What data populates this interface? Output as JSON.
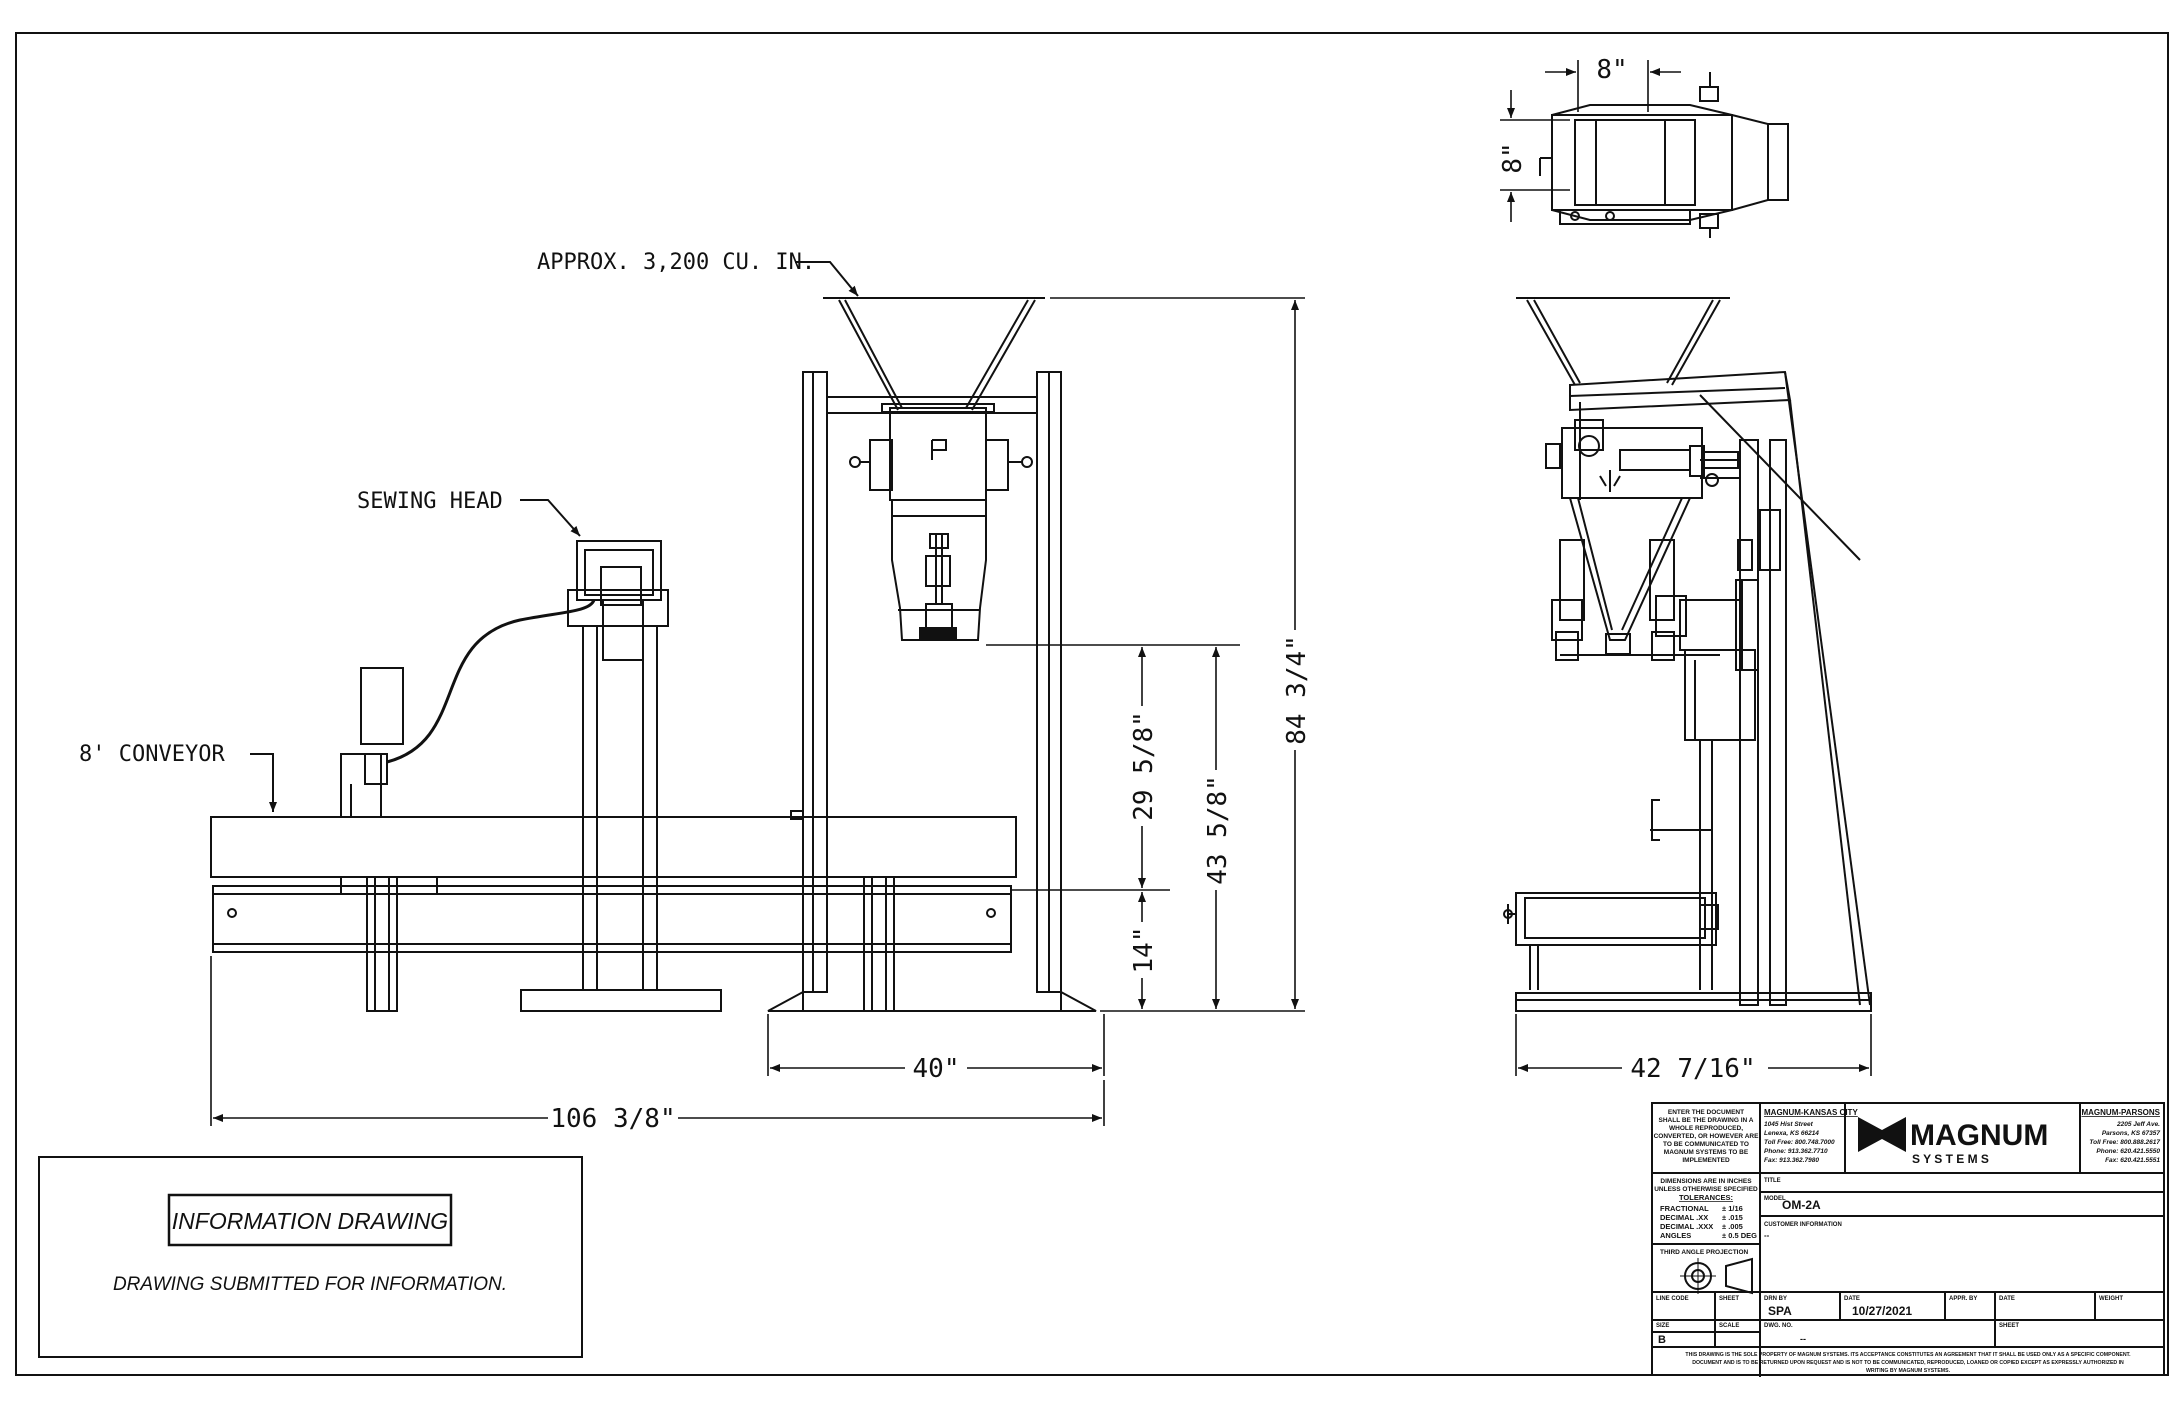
{
  "callouts": {
    "hopper_capacity": "APPROX. 3,200 CU. IN.",
    "sewing_head": "SEWING HEAD",
    "conveyor": "8' CONVEYOR"
  },
  "dimensions": {
    "overall_height": "84 3/4\"",
    "spout_height": "43 5/8\"",
    "spout_to_conveyor": "29 5/8\"",
    "conveyor_height": "14\"",
    "frame_width": "40\"",
    "overall_length": "106 3/8\"",
    "side_depth": "42 7/16\"",
    "top_width": "8\"",
    "top_depth": "8\""
  },
  "info_box": {
    "title": "INFORMATION DRAWING",
    "note": "DRAWING SUBMITTED FOR INFORMATION."
  },
  "title_block": {
    "notice": [
      "ENTER THE DOCUMENT",
      "SHALL BE THE DRAWING IN A",
      "WHOLE REPRODUCED,",
      "CONVERTED, OR HOWEVER ARE",
      "TO BE COMMUNICATED TO",
      "MAGNUM SYSTEMS TO BE",
      "IMPLEMENTED"
    ],
    "kc_office": {
      "name": "MAGNUM-KANSAS CITY",
      "lines": [
        "1045 Hist Street",
        "Lenexa, KS 66214",
        "Toll Free: 800.748.7000",
        "Phone: 913.362.7710",
        "Fax: 913.362.7980"
      ]
    },
    "brand": {
      "name": "MAGNUM",
      "sub": "S Y S T E M S"
    },
    "parsons_office": {
      "name": "MAGNUM-PARSONS",
      "lines": [
        "2205 Jeff Ave.",
        "Parsons, KS 67357",
        "Toll Free: 800.888.2617",
        "Phone: 620.421.5550",
        "Fax: 620.421.5551"
      ]
    },
    "tolerance_header": [
      "DIMENSIONS ARE IN INCHES",
      "UNLESS OTHERWISE SPECIFIED",
      "TOLERANCES:"
    ],
    "tolerances": [
      {
        "label": "FRACTIONAL",
        "value": "± 1/16"
      },
      {
        "label": "DECIMAL .XX",
        "value": "± .015"
      },
      {
        "label": "DECIMAL .XXX",
        "value": "± .005"
      },
      {
        "label": "ANGLES",
        "value": "± 0.5 DEG"
      }
    ],
    "projection_label": "THIRD ANGLE PROJECTION",
    "title_label": "TITLE",
    "model_label": "MODEL",
    "model_value": "OM-2A",
    "customer_label": "CUSTOMER INFORMATION",
    "customer_value": "--",
    "drawn_by_label": "DRN BY",
    "drawn_by": "SPA",
    "date_label": "DATE",
    "date": "10/27/2021",
    "appr_label": "APPR. BY",
    "date2_label": "DATE",
    "weight_label": "WEIGHT",
    "size_label": "SIZE",
    "size": "B",
    "scale_label": "SCALE",
    "dwg_label": "DWG. NO.",
    "dwg_value": "--",
    "sheet_label": "SHEET",
    "sht_label": "LINE CODE",
    "footer": [
      "THIS DRAWING IS THE SOLE PROPERTY OF MAGNUM SYSTEMS. ITS ACCEPTANCE CONSTITUTES AN AGREEMENT THAT IT SHALL BE USED ONLY AS A SPECIFIC COMPONENT.",
      "DOCUMENT AND IS TO BE RETURNED UPON REQUEST AND IS NOT TO BE COMMUNICATED, REPRODUCED, LOANED OR COPIED EXCEPT AS EXPRESSLY AUTHORIZED IN",
      "WRITING BY MAGNUM SYSTEMS."
    ]
  }
}
